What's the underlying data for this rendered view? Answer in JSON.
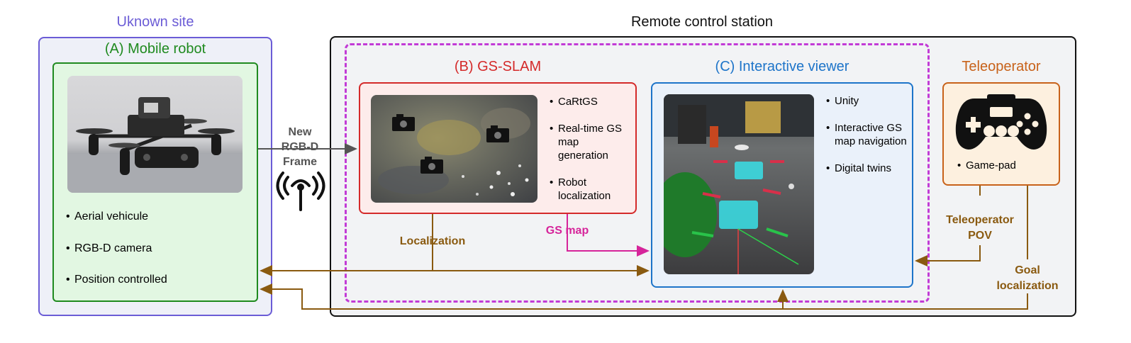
{
  "unknown_site": {
    "title": "Uknown site"
  },
  "remote_station": {
    "title": "Remote control station"
  },
  "mobile_robot": {
    "title": "(A) Mobile robot",
    "bullets": [
      "Aerial vehicule",
      "RGB-D camera",
      "Position controlled"
    ]
  },
  "gs_slam": {
    "title": "(B) GS-SLAM",
    "bullets": [
      "CaRtGS",
      "Real-time GS map generation",
      "Robot localization"
    ]
  },
  "viewer": {
    "title": "(C) Interactive viewer",
    "bullets": [
      "Unity",
      "Interactive GS map navigation",
      "Digital twins"
    ]
  },
  "teleoperator": {
    "title": "Teleoperator",
    "bullets": [
      "Game-pad"
    ]
  },
  "arrows": {
    "new_frame": "New RGB-D Frame",
    "localization": "Localization",
    "gs_map": "GS map",
    "teleop_pov": "Teleoperator POV",
    "goal_localization": "Goal localization"
  },
  "colors": {
    "site_border": "#6b5cd6",
    "robot_green": "#1f8a1f",
    "robot_fill": "#e2f7e2",
    "station_fill": "#f2f3f5",
    "slam_red": "#d42a2a",
    "slam_fill": "#fdeceb",
    "viewer_blue": "#1d74c9",
    "viewer_fill": "#eaf1fa",
    "teleop_orange": "#c8621a",
    "teleop_fill": "#fdf0df",
    "magenta": "#c23bd6",
    "brown": "#8a5a10",
    "pink": "#d6249a"
  },
  "icons": [
    "drone-photo",
    "camera-icon",
    "wireless-antenna-icon",
    "gamepad-icon"
  ]
}
